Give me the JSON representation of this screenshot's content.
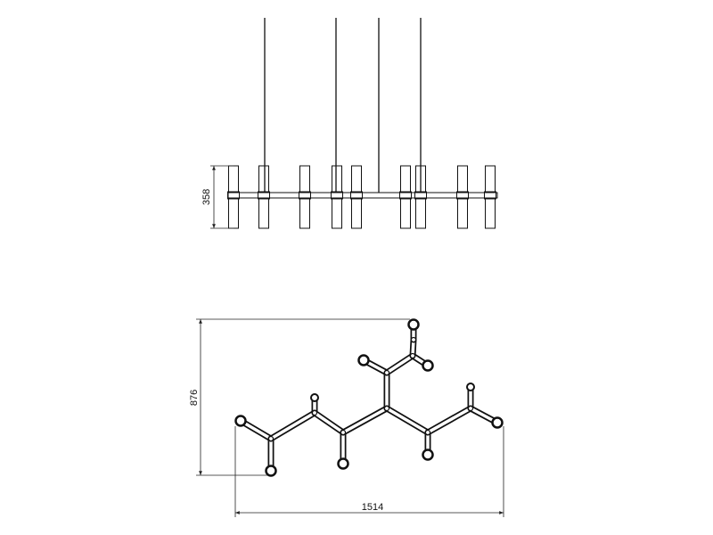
{
  "dimensions": {
    "front_height": "358",
    "top_depth": "876",
    "top_width": "1514"
  }
}
